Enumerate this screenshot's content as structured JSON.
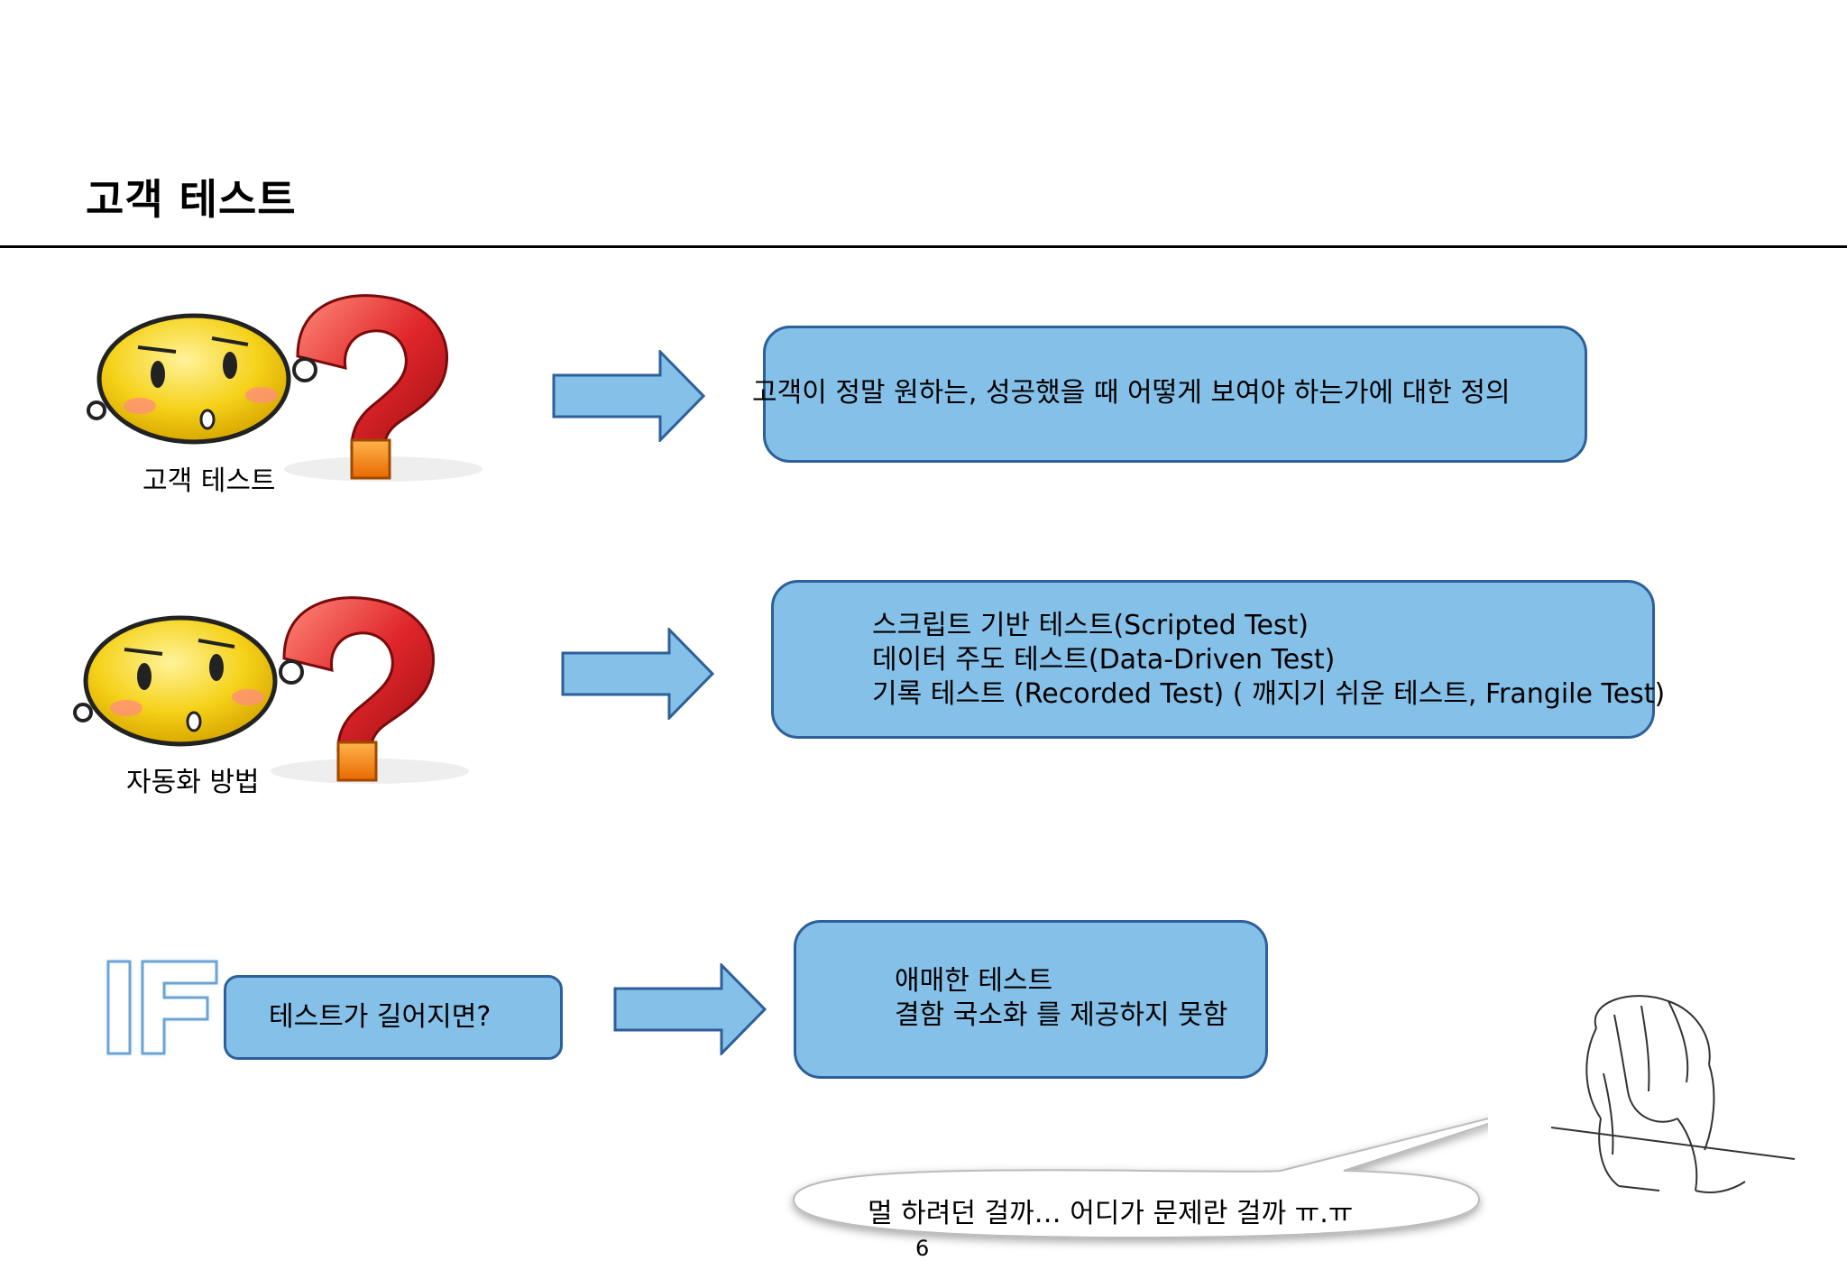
{
  "slide": {
    "title": "고객 테스트",
    "page_number": "6"
  },
  "rows": [
    {
      "caption": "고객 테스트",
      "box_lines": [
        "고객이 정말 원하는, 성공했을 때 어떻게 보여야 하는가에 대한 정의"
      ]
    },
    {
      "caption": "자동화 방법",
      "box_lines": [
        "스크립트 기반 테스트(Scripted Test)",
        "데이터 주도 테스트(Data-Driven Test)",
        "기록 테스트 (Recorded Test) ( 깨지기 쉬운 테스트, Frangile Test)"
      ]
    },
    {
      "if_label": "IF",
      "condition": "테스트가 길어지면?",
      "box_lines": [
        "애매한 테스트",
        "결함 국소화 를 제공하지 못함"
      ]
    }
  ],
  "speech_bubble": "멀 하려던 걸까… 어디가 문제란 걸까 ㅠ.ㅠ",
  "colors": {
    "box_fill": "#85c0e8",
    "box_border": "#2d5f9a",
    "arrow_fill": "#85c0e8",
    "question_mark": "#e0262a",
    "mascot_face": "#f5d21a"
  }
}
